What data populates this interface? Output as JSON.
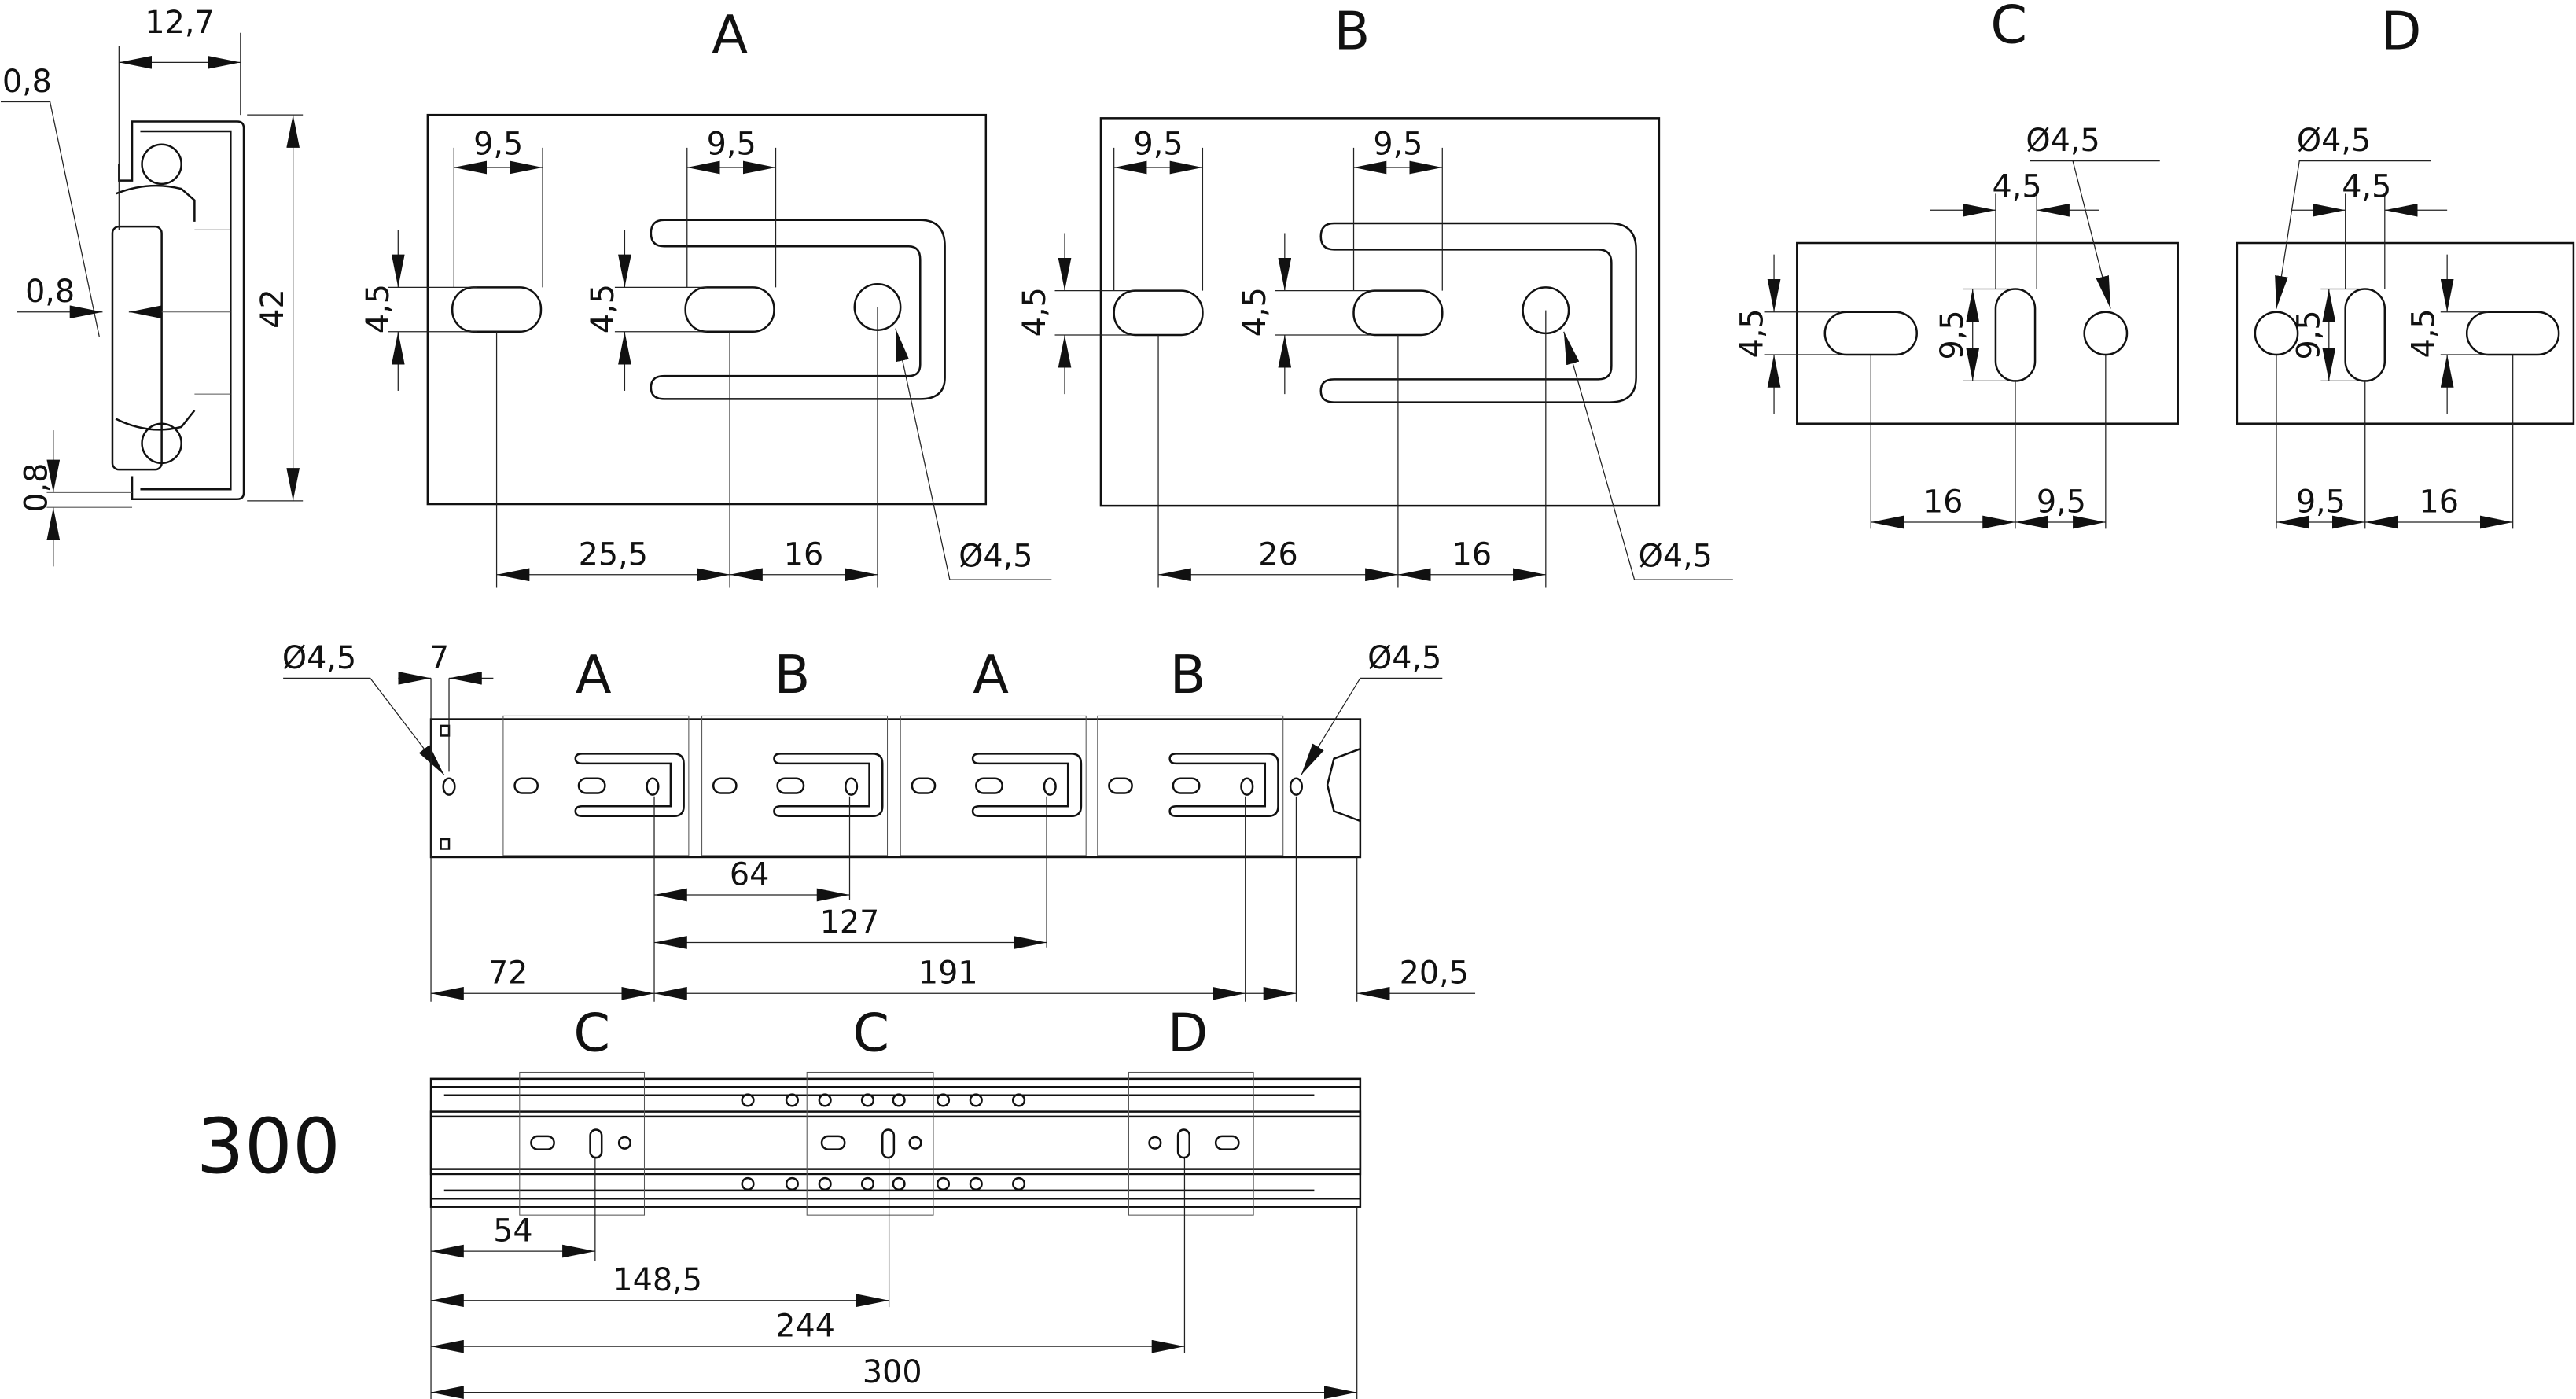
{
  "section": {
    "width": "12,7",
    "height": "42",
    "wall_top": "0,8",
    "wall_mid": "0,8",
    "wall_bottom": "0,8"
  },
  "detail_a": {
    "label": "A",
    "slot1_w": "9,5",
    "slot2_w": "9,5",
    "slot1_h": "4,5",
    "slot2_h": "4,5",
    "spacing1": "25,5",
    "spacing2": "16",
    "hole": "Ø4,5"
  },
  "detail_b": {
    "label": "B",
    "slot1_w": "9,5",
    "slot2_w": "9,5",
    "slot1_h": "4,5",
    "slot2_h": "4,5",
    "spacing1": "26",
    "spacing2": "16",
    "hole": "Ø4,5"
  },
  "detail_c": {
    "label": "C",
    "hole": "Ø4,5",
    "slot_w": "4,5",
    "slot_h": "9,5",
    "slot_h2": "4,5",
    "spacing1": "16",
    "spacing2": "9,5"
  },
  "detail_d": {
    "label": "D",
    "hole": "Ø4,5",
    "slot_w": "4,5",
    "slot_h": "9,5",
    "slot_h2": "4,5",
    "spacing1": "9,5",
    "spacing2": "16"
  },
  "side_view": {
    "labels": [
      "A",
      "B",
      "A",
      "B"
    ],
    "hole_left": "Ø4,5",
    "offset": "7",
    "hole_right": "Ø4,5",
    "d64": "64",
    "d127": "127",
    "d72": "72",
    "d191": "191",
    "d20": "20,5"
  },
  "bottom_view": {
    "labels": [
      "C",
      "C",
      "D"
    ],
    "d54": "54",
    "d148": "148,5",
    "d244": "244",
    "d300": "300"
  },
  "length": "300"
}
